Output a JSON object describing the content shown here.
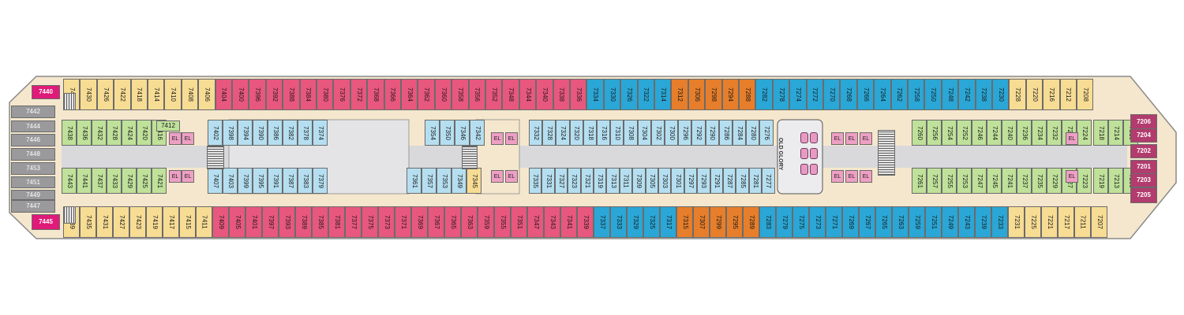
{
  "colors": {
    "hull": "#f5e7cd",
    "outline": "#8a8a8a",
    "hallway": "#d9d9db",
    "interior": "#eeeeee",
    "balcony": "#e8577e",
    "oceanview": "#2aa7d6",
    "suite": "#e67e2b",
    "interior_cabin": "#b5dff0",
    "interior_green": "#bfe19a",
    "yellow_cabin": "#f7dc94",
    "magenta": "#df1a78",
    "stern_purple": "#b23c6e",
    "elevator": "#ef9fc4",
    "grey_cabin": "#9a9a9c"
  },
  "labels": {
    "old_glory": "OLD GLORY",
    "elevator": "EL"
  },
  "aft_cabins": [
    "7440",
    "7442",
    "7444",
    "7446",
    "7448",
    "7453",
    "7451",
    "7449",
    "7447",
    "7445"
  ],
  "forward_cabins": [
    "7206",
    "7204",
    "7202",
    "7201",
    "7203",
    "7205"
  ],
  "top_outer": [
    "7434",
    "7430",
    "7426",
    "7422",
    "7418",
    "7414",
    "7410",
    "7408",
    "7406",
    "7404",
    "7400",
    "7396",
    "7392",
    "7388",
    "7384",
    "7380",
    "7376",
    "7372",
    "7368",
    "7366",
    "7364",
    "7362",
    "7360",
    "7358",
    "7356",
    "7352",
    "7348",
    "7344",
    "7340",
    "7338",
    "7336",
    "7334",
    "7330",
    "7326",
    "7322",
    "7314",
    "7312",
    "7306",
    "7298",
    "7294",
    "7288",
    "7282",
    "7278",
    "7274",
    "7272",
    "7270",
    "7268",
    "7266",
    "7264",
    "7262",
    "7258",
    "7250",
    "7248",
    "7242",
    "7238",
    "7230",
    "7228",
    "7220",
    "7216",
    "7212",
    "7208"
  ],
  "bottom_outer": [
    "7439",
    "7435",
    "7431",
    "7427",
    "7423",
    "7419",
    "7417",
    "7415",
    "7411",
    "7409",
    "7405",
    "7401",
    "7397",
    "7393",
    "7389",
    "7385",
    "7381",
    "7377",
    "7375",
    "7373",
    "7371",
    "7369",
    "7367",
    "7365",
    "7363",
    "7359",
    "7355",
    "7351",
    "7347",
    "7343",
    "7341",
    "7339",
    "7337",
    "7333",
    "7329",
    "7325",
    "7317",
    "7315",
    "7307",
    "7299",
    "7295",
    "7289",
    "7283",
    "7279",
    "7275",
    "7273",
    "7271",
    "7269",
    "7267",
    "7265",
    "7263",
    "7259",
    "7251",
    "7249",
    "7243",
    "7239",
    "7233",
    "7231",
    "7225",
    "7221",
    "7217",
    "7211",
    "7207"
  ],
  "top_inner": {
    "a": [
      "7438",
      "7436",
      "7432",
      "7428",
      "7424",
      "7420",
      "7416"
    ],
    "a_side": "7412",
    "b": [
      "7402",
      "7398",
      "7394",
      "7390",
      "7386",
      "7382",
      "7378",
      "7374"
    ],
    "c": [
      "7354",
      "7350",
      "7346",
      "7342"
    ],
    "d": [
      "7332",
      "7328",
      "7324",
      "7320",
      "7318",
      "7316",
      "7310",
      "7308",
      "7304",
      "7302",
      "7300",
      "7296",
      "7292",
      "7290",
      "7286",
      "7284",
      "7280",
      "7276"
    ],
    "e": [
      "7260",
      "7256",
      "7254",
      "7252",
      "7246",
      "7244",
      "7240",
      "7236",
      "7234",
      "7232",
      "7226",
      "7224"
    ],
    "f": [
      "7218",
      "7214",
      "7210"
    ]
  },
  "bottom_inner": {
    "a": [
      "7443",
      "7441",
      "7437",
      "7433",
      "7429",
      "7425",
      "7421"
    ],
    "b": [
      "7407",
      "7403",
      "7399",
      "7395",
      "7391",
      "7387",
      "7383",
      "7379"
    ],
    "c": [
      "7361",
      "7357",
      "7353",
      "7349",
      "7345"
    ],
    "d": [
      "7335",
      "7331",
      "7327",
      "7323",
      "7321",
      "7319",
      "7313",
      "7311",
      "7309",
      "7305",
      "7303",
      "7301",
      "7297",
      "7293",
      "7291",
      "7287",
      "7285",
      "7281",
      "7277"
    ],
    "e": [
      "7261",
      "7257",
      "7255",
      "7253",
      "7247",
      "7245",
      "7241",
      "7237",
      "7235",
      "7229",
      "7227",
      "7223"
    ],
    "f": [
      "7219",
      "7213",
      "7209"
    ]
  }
}
